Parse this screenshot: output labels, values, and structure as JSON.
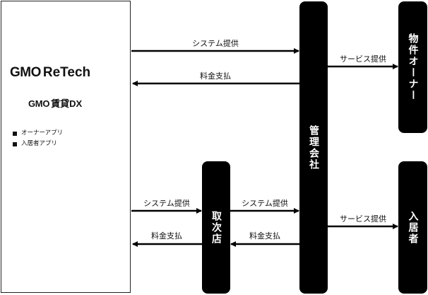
{
  "company": {
    "logo_main": {
      "gmo": "GMO",
      "brand": "ReTech"
    },
    "logo_sub": {
      "gmo": "GMO",
      "brand": "賃貸DX"
    },
    "apps": [
      {
        "label": "オーナーアプリ"
      },
      {
        "label": "入居者アプリ"
      }
    ]
  },
  "nodes": {
    "management": "管理会社",
    "agency": "取次店",
    "owner": "物件オーナー",
    "resident": "入居者"
  },
  "flows": {
    "system_provision": "システム提供",
    "fee_payment": "料金支払",
    "service_provision": "サービス提供"
  }
}
